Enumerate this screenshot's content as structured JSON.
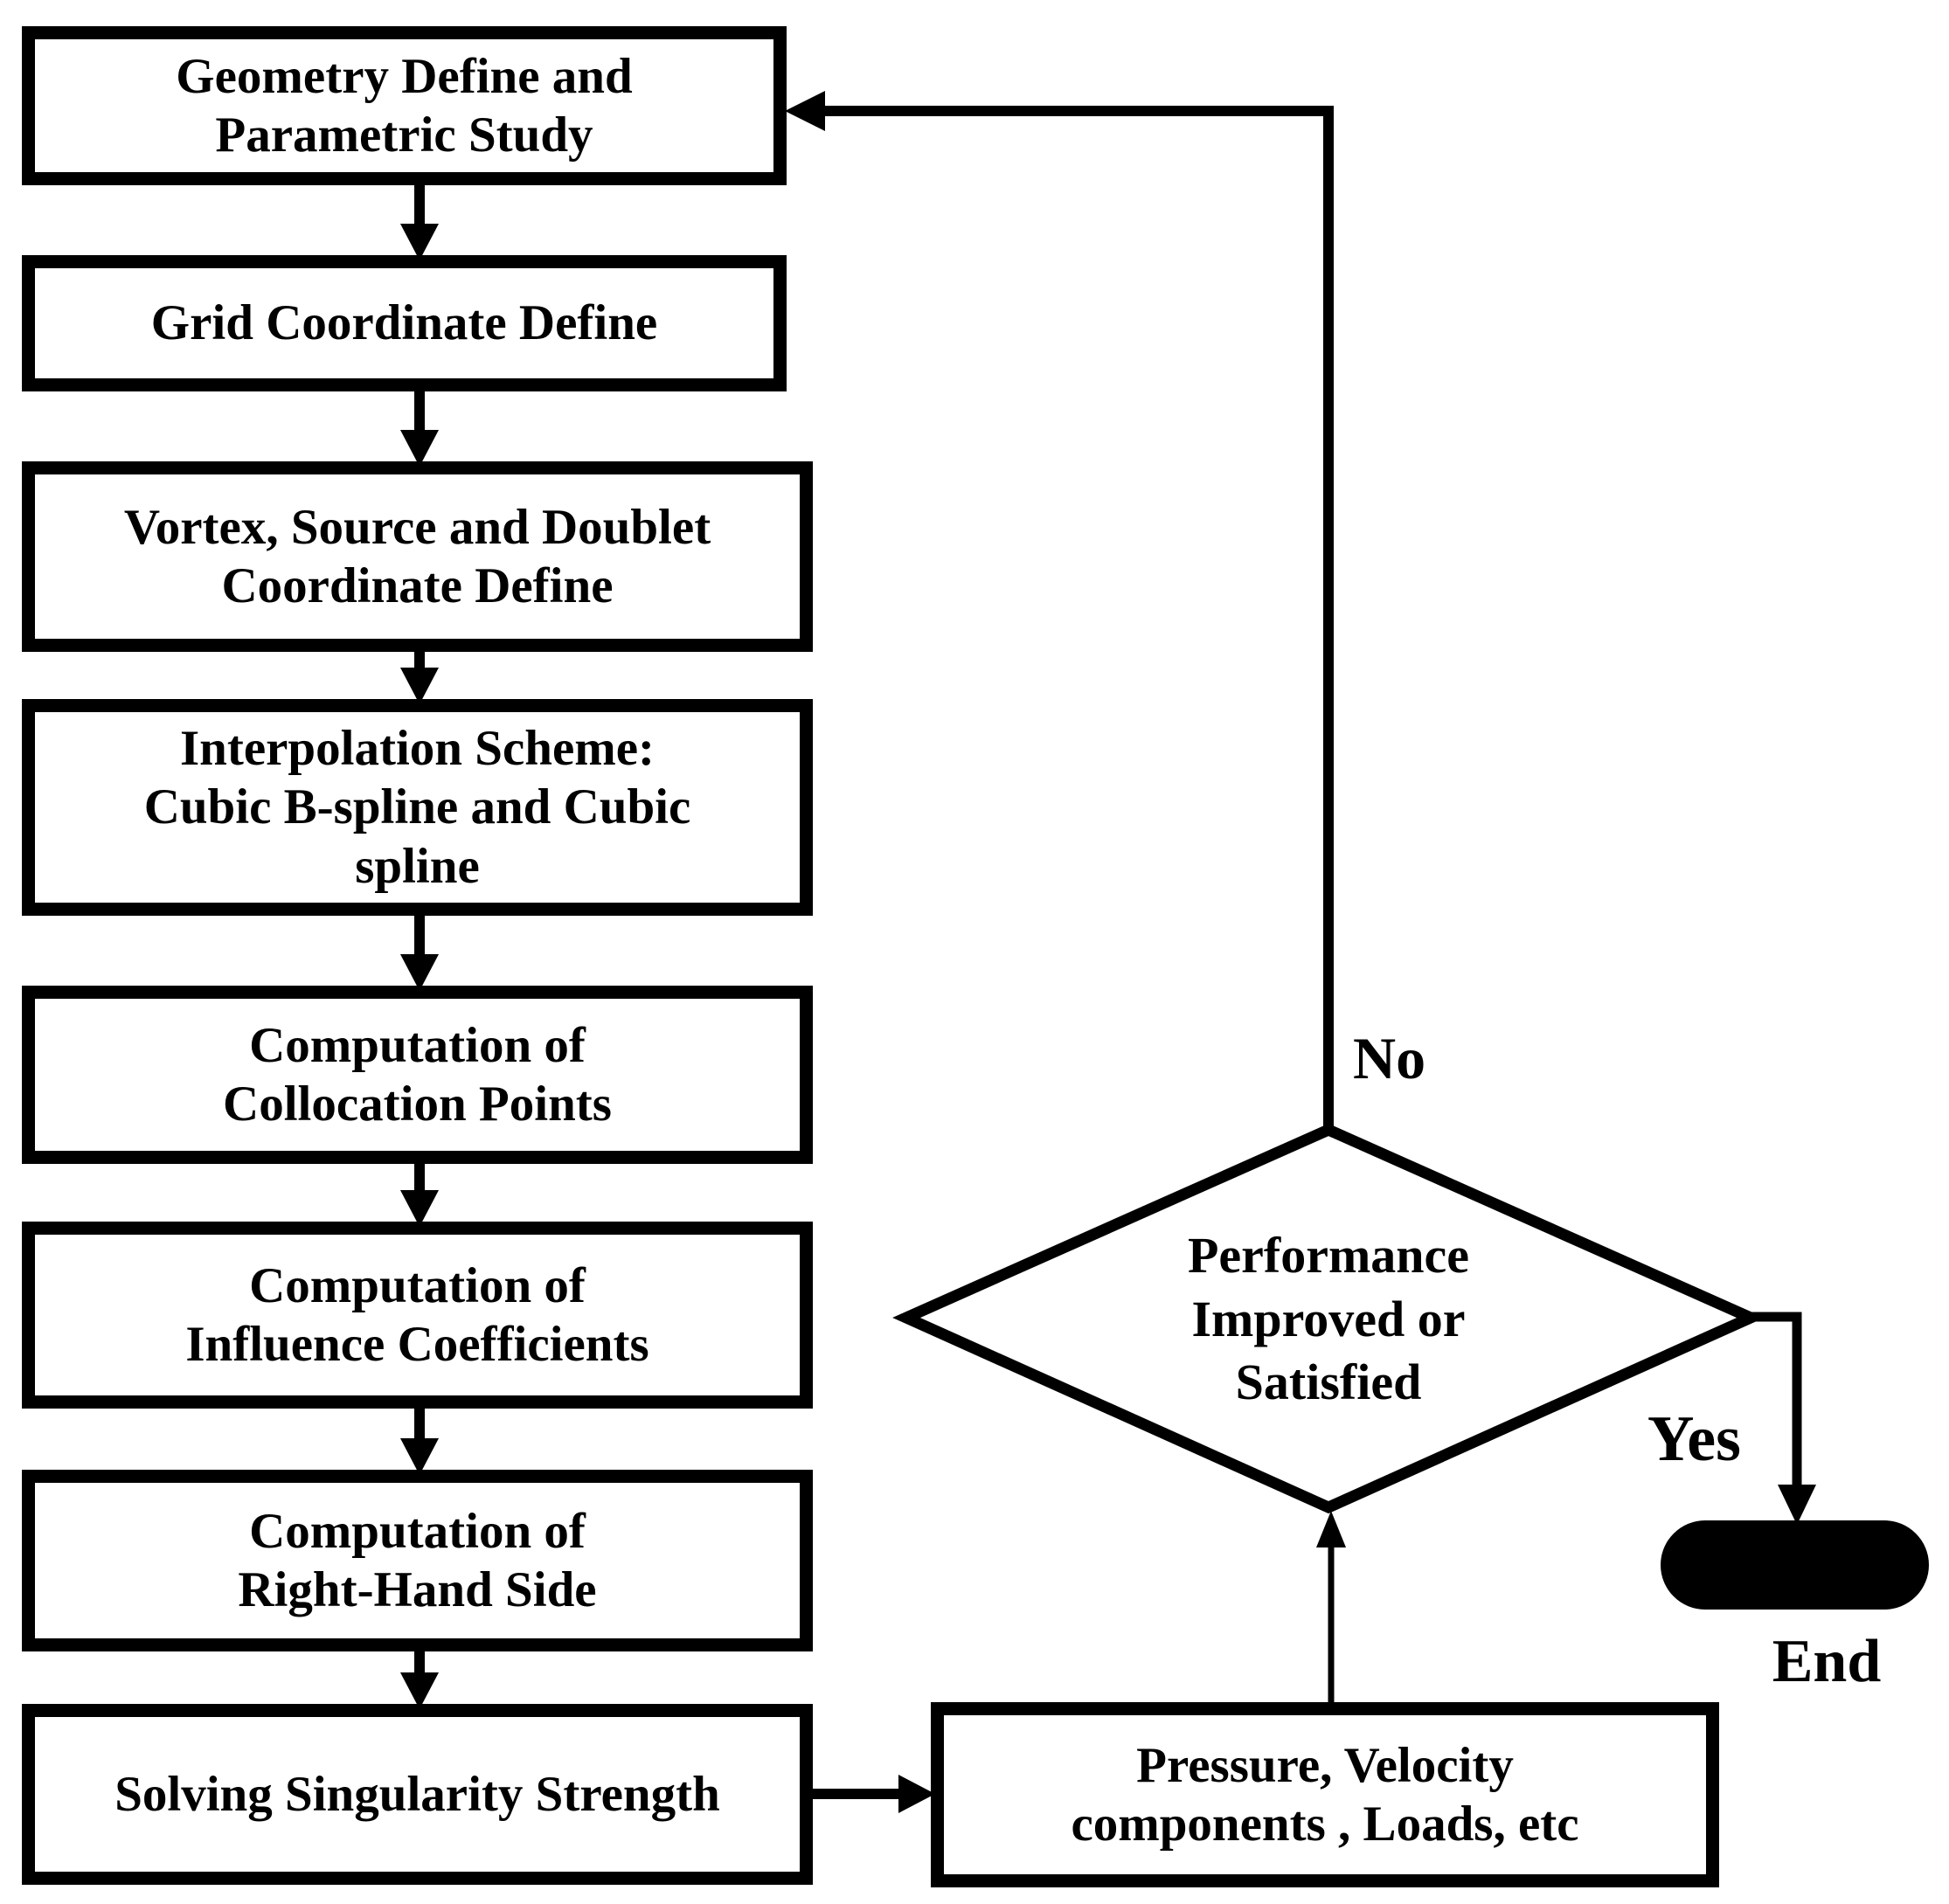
{
  "diagram": {
    "colors": {
      "ink": "#000000",
      "paper": "#ffffff"
    },
    "boxes": [
      {
        "id": "geometry",
        "label": "Geometry Define and\nParametric Study"
      },
      {
        "id": "grid",
        "label": "Grid Coordinate Define"
      },
      {
        "id": "vortex",
        "label": "Vortex, Source and Doublet\nCoordinate Define"
      },
      {
        "id": "interpolation",
        "label": "Interpolation Scheme:\nCubic B-spline and Cubic\nspline"
      },
      {
        "id": "collocation",
        "label": "Computation of\nCollocation Points"
      },
      {
        "id": "influence",
        "label": "Computation of\nInfluence Coefficients"
      },
      {
        "id": "rhs",
        "label": "Computation of\nRight-Hand Side"
      },
      {
        "id": "solving",
        "label": "Solving Singularity Strength"
      },
      {
        "id": "outputs",
        "label": "Pressure, Velocity\ncomponents , Loads, etc"
      }
    ],
    "decision": {
      "label": "Performance\nImproved or\nSatisfied"
    },
    "edge_labels": {
      "no": "No",
      "yes": "Yes",
      "end": "End"
    }
  }
}
